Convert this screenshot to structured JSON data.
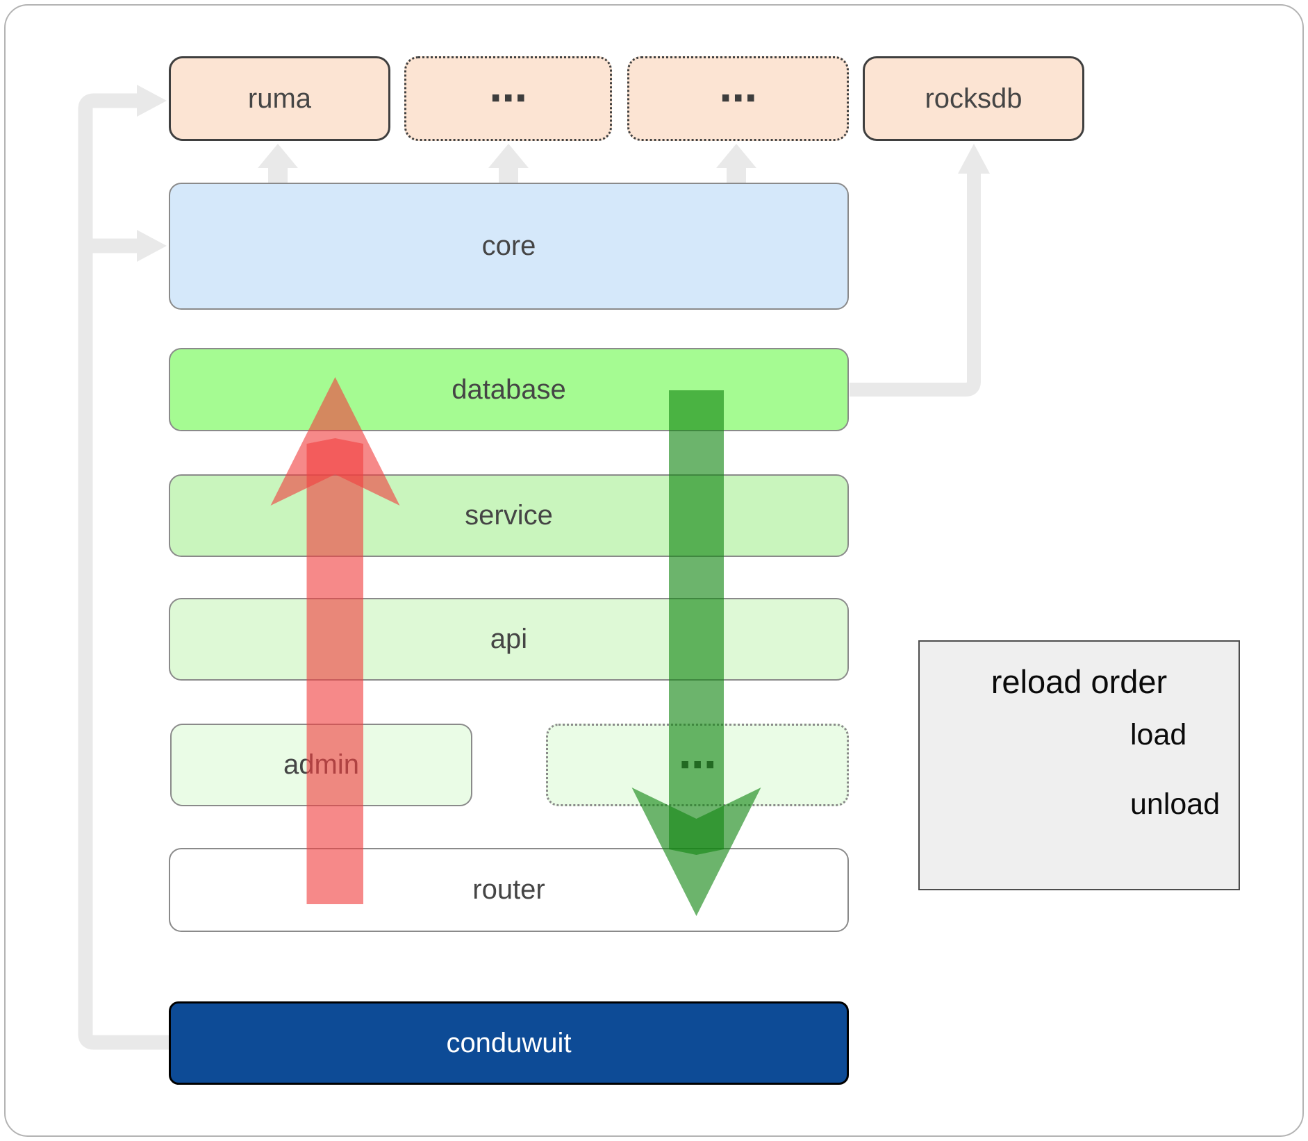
{
  "boxes": {
    "ruma": "ruma",
    "ellipsis_top_1": "⋯",
    "ellipsis_top_2": "⋯",
    "rocksdb": "rocksdb",
    "core": "core",
    "database": "database",
    "service": "service",
    "api": "api",
    "admin": "admin",
    "ellipsis_admin": "⋯",
    "router": "router",
    "conduwuit": "conduwuit"
  },
  "legend": {
    "title": "reload order",
    "load": "load",
    "unload": "unload"
  },
  "colors": {
    "peach_box": "#fce4d3",
    "core_blue": "#d5e8fa",
    "database_green": "#a5fb92",
    "service_green": "#c9f5bd",
    "api_green": "#def9d6",
    "admin_green": "#eafce6",
    "router_white": "#ffffff",
    "conduwuit_blue": "#0d4b96",
    "load_green": "#128612",
    "unload_red": "#f04141",
    "connector_gray": "#e9e9e9",
    "label_dark": "#454545",
    "legend_bg": "#efefef"
  }
}
